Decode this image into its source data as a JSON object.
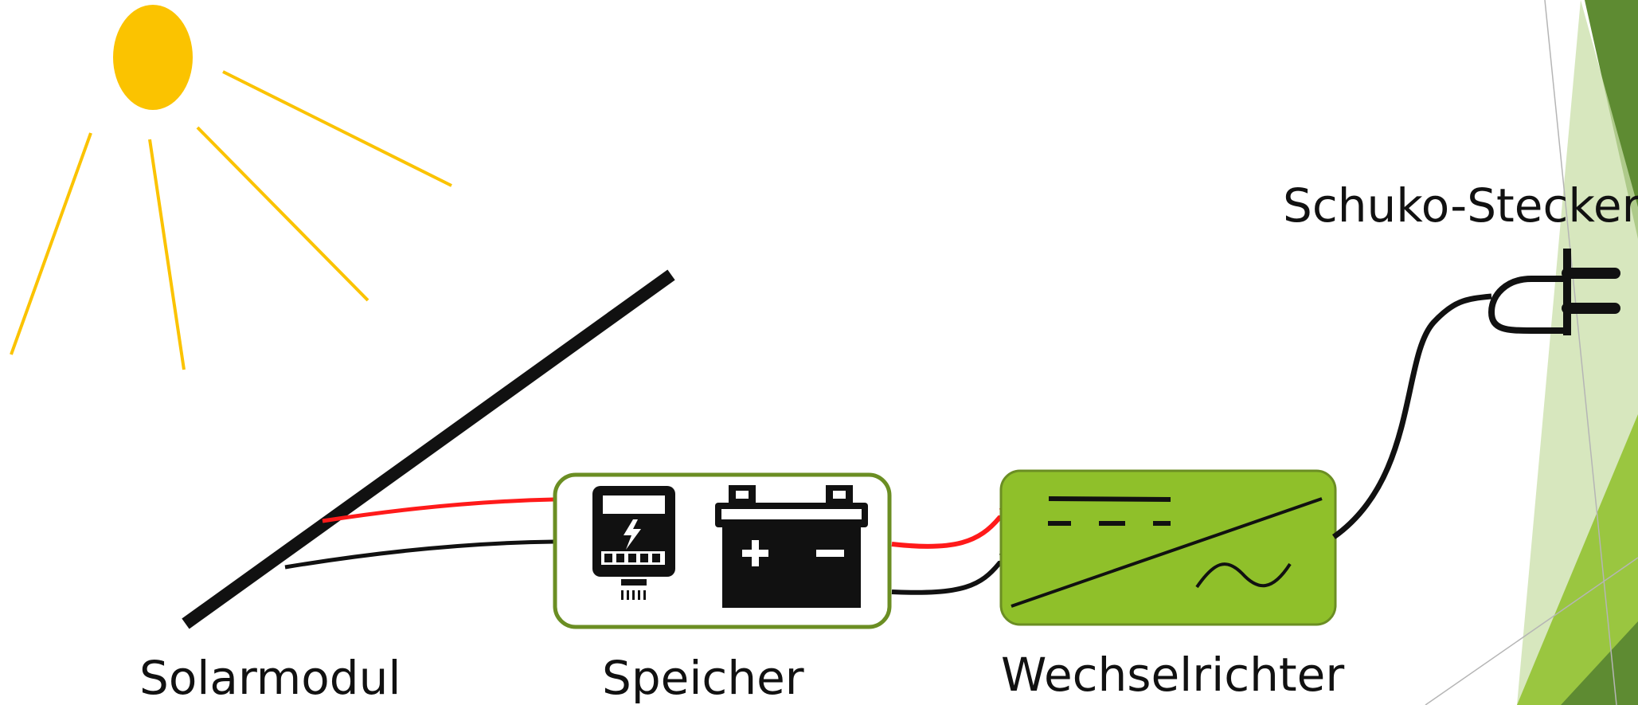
{
  "labels": {
    "solar_module": "Solarmodul",
    "storage": "Speicher",
    "inverter": "Wechselrichter",
    "plug": "Schuko-Stecker"
  },
  "colors": {
    "sun": "#fbc300",
    "positive_wire": "#ff1a1a",
    "negative_wire": "#111111",
    "storage_border": "#6b8e23",
    "inverter_fill": "#8fc02a",
    "inverter_border": "#6b8e23",
    "slide_green_dark": "#5e8b32",
    "slide_green_light": "#c9dfa8"
  },
  "icons": {
    "sun": "sun-icon",
    "panel": "solar-panel-icon",
    "meter": "electricity-meter-icon",
    "battery": "battery-icon",
    "inverter": "dc-ac-inverter-icon",
    "plug": "schuko-plug-icon"
  }
}
